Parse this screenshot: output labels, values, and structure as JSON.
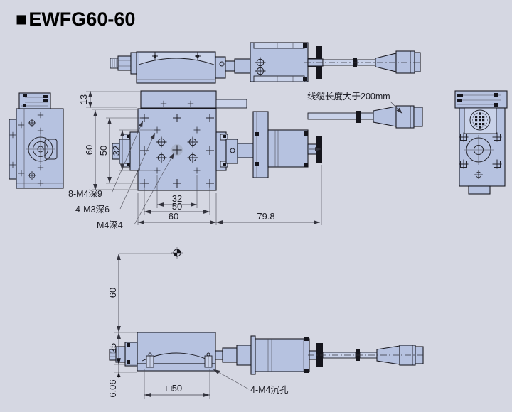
{
  "title": {
    "marker": "■",
    "text": "EWFG60-60"
  },
  "colors": {
    "background": "#d5d7e2",
    "part_fill": "#b6c2e0",
    "part_fill_light": "#c9d2e9",
    "outline": "#1a1a22",
    "dimension": "#3c3c46",
    "knob": "#111111"
  },
  "front_view": {
    "dim_top_plate_height": "13",
    "dim_body_height": "60",
    "dim_hole_rows_50": "50",
    "dim_hole_rows_32": "32",
    "dim_hole_cols_32": "32",
    "dim_hole_cols_50": "50",
    "dim_body_width": "60",
    "dim_motor_length": "79.8",
    "callout_8_m4": "8-M4深9",
    "callout_4_m3": "4-M3深6",
    "callout_m4": "M4深4",
    "cable_note": "线缆长度大于200mm"
  },
  "bottom_view": {
    "dim_travel": "60",
    "dim_height": "25",
    "dim_base": "6.06",
    "dim_square_50": "□50",
    "callout_counterbore": "4-M4沉孔"
  }
}
